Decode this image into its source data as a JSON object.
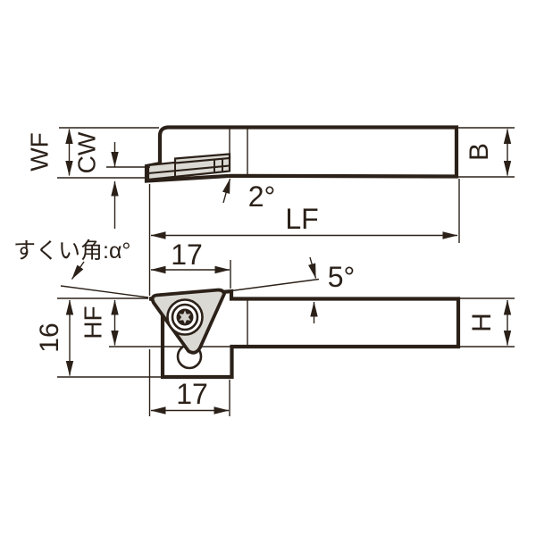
{
  "drawing": {
    "kind": "tool-holder-engineering-drawing",
    "labels": {
      "wf": "WF",
      "cw": "CW",
      "relief_angle": "2°",
      "lf": "LF",
      "b": "B",
      "rake_label": "すくい角:α°",
      "head_width_top": "17",
      "inclination_angle": "5°",
      "hf": "HF",
      "head_height": "16",
      "h": "H",
      "head_width_bottom": "17"
    },
    "colors": {
      "line": "#2b2119",
      "insert_fill": "#dbd9d4",
      "background": "#ffffff"
    }
  }
}
